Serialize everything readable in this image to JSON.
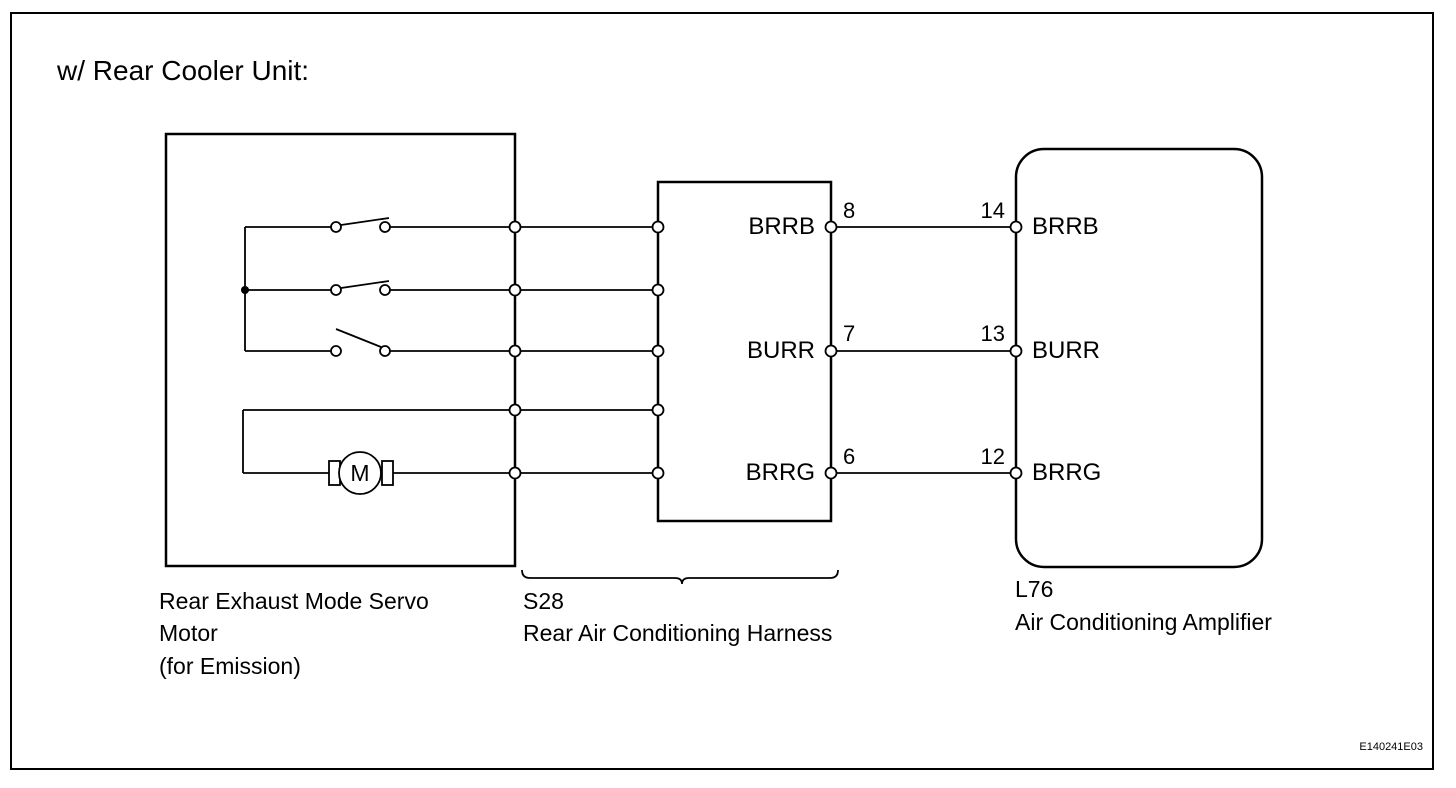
{
  "title": "w/ Rear Cooler Unit:",
  "servo": {
    "caption_lines": [
      "Rear Exhaust Mode Servo",
      "Motor",
      "(for Emission)"
    ],
    "motor_label": "M"
  },
  "harness": {
    "code": "S28",
    "name": "Rear Air Conditioning Harness",
    "terminals": [
      {
        "signal": "BRRB",
        "pin": "8"
      },
      {
        "signal": "BURR",
        "pin": "7"
      },
      {
        "signal": "BRRG",
        "pin": "6"
      }
    ]
  },
  "amplifier": {
    "code": "L76",
    "name": "Air Conditioning Amplifier",
    "terminals": [
      {
        "signal": "BRRB",
        "pin": "14"
      },
      {
        "signal": "BURR",
        "pin": "13"
      },
      {
        "signal": "BRRG",
        "pin": "12"
      }
    ]
  },
  "connections": [
    {
      "from_pin": "8",
      "to_pin": "14",
      "signal": "BRRB"
    },
    {
      "from_pin": "7",
      "to_pin": "13",
      "signal": "BURR"
    },
    {
      "from_pin": "6",
      "to_pin": "12",
      "signal": "BRRG"
    }
  ],
  "reference_code": "E140241E03"
}
